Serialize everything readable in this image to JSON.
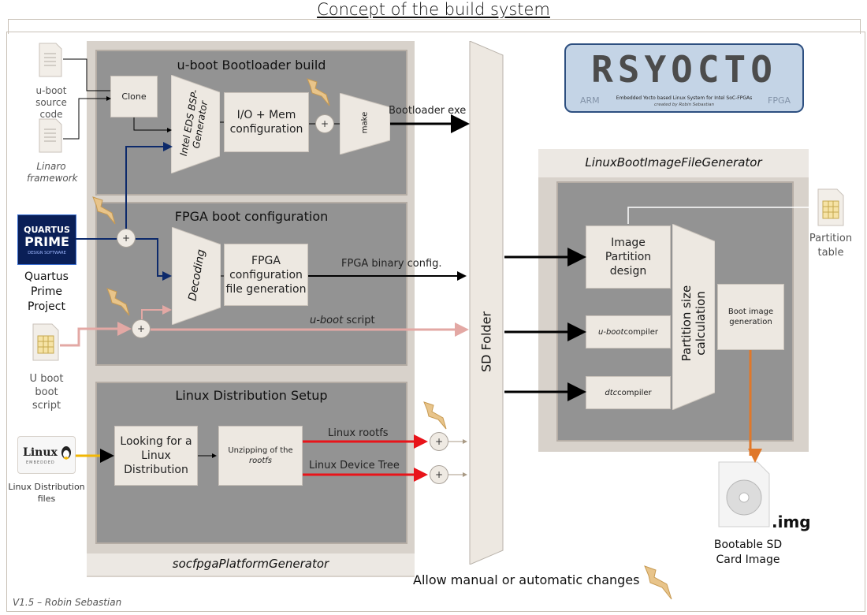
{
  "title": "Concept of the build system",
  "version": "V1.5 – Robin Sebastian",
  "platform_generator": "socfpgaPlatformGenerator",
  "sections": {
    "uboot": {
      "title": "u-boot Bootloader build",
      "clone": "Clone",
      "bsp_generator": "Intel EDS BSP-Generator",
      "io_mem": "I/O + Mem configuration",
      "make": "make",
      "output": "Bootloader exe"
    },
    "fpga": {
      "title": "FPGA boot configuration",
      "decoding": "Decoding",
      "config_gen": "FPGA configuration file generation",
      "output": "FPGA binary config.",
      "uboot_script_prefix": "u-boot",
      "uboot_script_suffix": " script"
    },
    "linux": {
      "title": "Linux Distribution Setup",
      "looking": "Looking for a Linux Distribution",
      "unzip_prefix": "Unzipping of the",
      "unzip_italic": "rootfs",
      "rootfs": "Linux rootfs",
      "device_tree": "Linux Device Tree"
    }
  },
  "inputs": {
    "uboot_source": "u-boot source code",
    "linaro": "Linaro framework",
    "quartus_logo_1": "QUARTUS",
    "quartus_logo_2": "PRIME",
    "quartus_logo_3": "DESIGN SOFTWARE",
    "quartus": "Quartus Prime Project",
    "uboot_script": "U boot boot script",
    "linux_logo": "Linux",
    "linux_logo_sub": "EMBEDDED",
    "linux_files": "Linux Distribution files",
    "partition_table": "Partition table"
  },
  "sd_folder": "SD Folder",
  "rsyocto": {
    "logo_text": "RSYOCTO",
    "arm": "ARM",
    "fpga": "FPGA",
    "subtitle": "Embedded Yocto based Linux System for Intel SoC-FPGAs",
    "credit": "created by Robin Sebastian"
  },
  "image_gen": {
    "title": "LinuxBootImageFileGenerator",
    "partition_design": "Image Partition design",
    "uboot_compiler_italic": "u-boot",
    "uboot_compiler_suffix": " compiler",
    "dtc_italic": "dtc",
    "dtc_suffix": " compiler",
    "partition_calc": "Partition size calculation",
    "boot_image_gen": "Boot image generation"
  },
  "output_file": {
    "ext": ".img",
    "label": "Bootable SD Card Image"
  },
  "footer_note": "Allow manual or automatic changes",
  "colors": {
    "navy": "#0d2a6b",
    "pink": "#e3a8a4",
    "red": "#e8141a",
    "yellow": "#f2b705",
    "orange": "#e0782a",
    "panel_grey": "#939393",
    "panel_beige": "#d8d2cb"
  }
}
